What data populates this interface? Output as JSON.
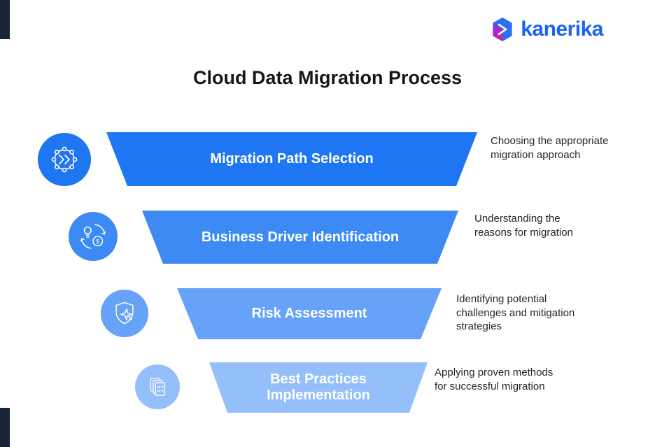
{
  "page": {
    "title": "Cloud Data Migration Process"
  },
  "logo": {
    "text": "kanerika",
    "text_color": "#1b64ee"
  },
  "accents": {
    "corner_color": "#1a2437"
  },
  "steps": [
    {
      "label": "Migration Path Selection",
      "description": "Choosing the appropriate migration approach",
      "color": "#1e76f2",
      "icon": "network-nodes-icon"
    },
    {
      "label": "Business Driver Identification",
      "description": "Understanding the reasons for migration",
      "color": "#3d8af5",
      "icon": "idea-money-cycle-icon"
    },
    {
      "label": "Risk Assessment",
      "description": "Identifying potential challenges and mitigation strategies",
      "color": "#66a2f7",
      "icon": "shield-risk-icon"
    },
    {
      "label": "Best Practices Implementation",
      "description": "Applying proven methods for successful migration",
      "color": "#95bffa",
      "icon": "documents-checklist-icon"
    }
  ]
}
